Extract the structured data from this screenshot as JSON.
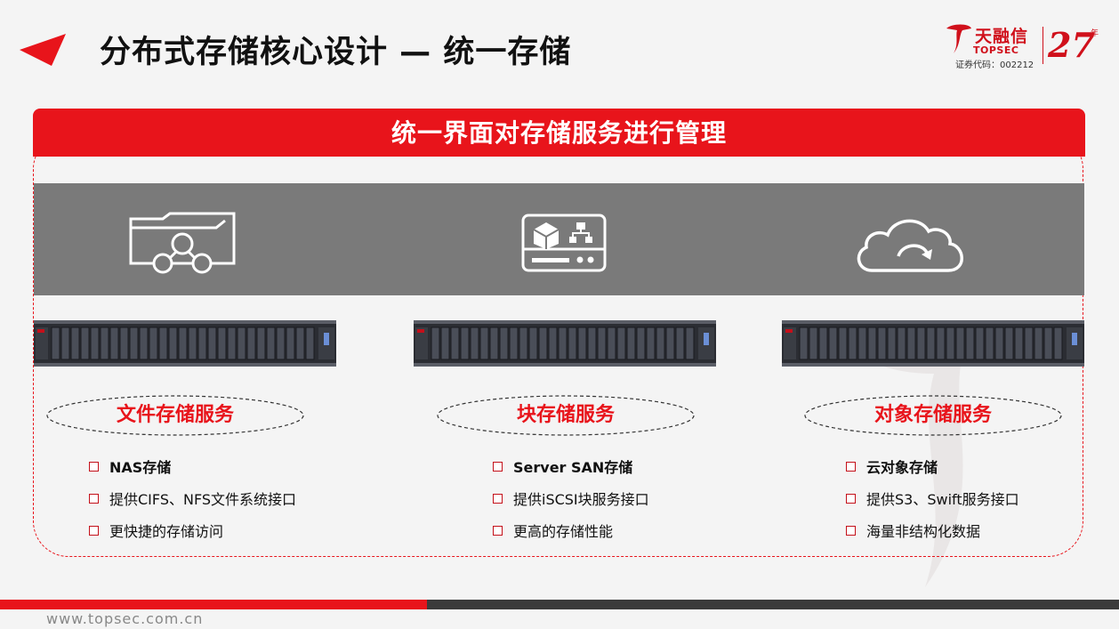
{
  "header": {
    "title": "分布式存储核心设计 — 统一存储"
  },
  "logo": {
    "brand_cn": "天融信",
    "brand_en": "TOPSEC",
    "stock": "证券代码：002212",
    "anniversary": "27",
    "anniversary_suffix": "年"
  },
  "banner": {
    "text": "统一界面对存储服务进行管理"
  },
  "services": [
    {
      "name": "文件存储服务",
      "icon": "folder-network-icon",
      "features": [
        "NAS存储",
        "提供CIFS、NFS文件系统接口",
        "更快捷的存储访问"
      ]
    },
    {
      "name": "块存储服务",
      "icon": "block-storage-icon",
      "features": [
        "Server SAN存储",
        "提供iSCSI块服务接口",
        "更高的存储性能"
      ]
    },
    {
      "name": "对象存储服务",
      "icon": "cloud-sync-icon",
      "features": [
        "云对象存储",
        "提供S3、Swift服务接口",
        "海量非结构化数据"
      ]
    }
  ],
  "footer": {
    "url": "www.topsec.com.cn"
  },
  "colors": {
    "accent": "#e8141b",
    "band": "#7a7a7a"
  }
}
